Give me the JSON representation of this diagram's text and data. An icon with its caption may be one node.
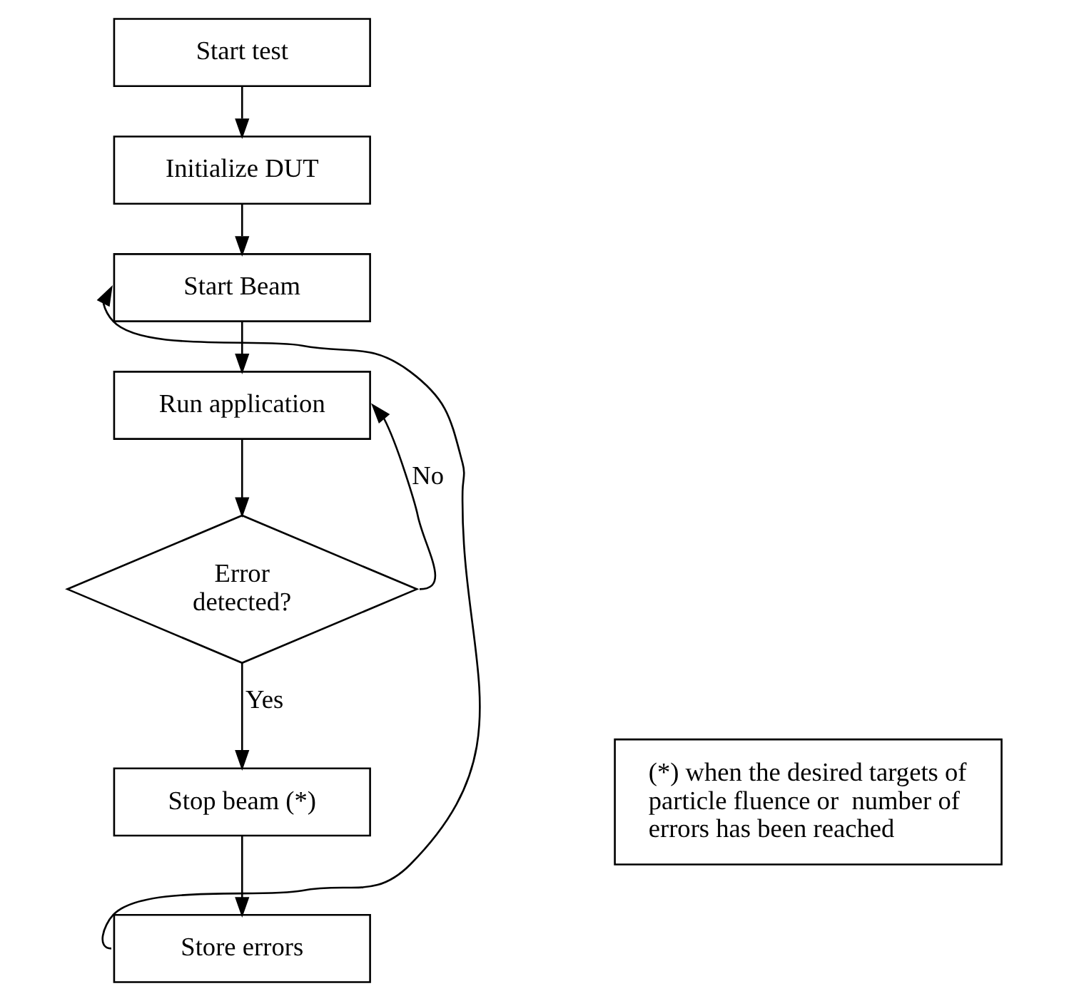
{
  "diagram": {
    "nodes": [
      {
        "text": [
          "Start test"
        ]
      },
      {
        "text": [
          "Initialize DUT"
        ]
      },
      {
        "text": [
          "Start Beam"
        ]
      },
      {
        "text": [
          "Run application"
        ]
      },
      {
        "text": [
          "Error detected?"
        ]
      },
      {
        "text": [
          "Stop beam (*)"
        ]
      },
      {
        "text": [
          "Store errors"
        ]
      },
      {
        "text": [
          "(*) when the desired targets of particle fluence or  number of errors has been reached"
        ]
      }
    ],
    "edges": [
      {
        "from": 0,
        "to": 1,
        "arrow": "to"
      },
      {
        "from": 1,
        "to": 2,
        "arrow": "to"
      },
      {
        "from": 2,
        "to": 3,
        "arrow": "to"
      },
      {
        "from": 3,
        "to": 4,
        "arrow": "to"
      },
      {
        "from": 4,
        "to": 3,
        "arrow": "to",
        "label": "No"
      },
      {
        "from": 4,
        "to": 5,
        "arrow": "to",
        "label": "Yes"
      },
      {
        "from": 5,
        "to": 6,
        "arrow": "to"
      },
      {
        "from": 6,
        "to": 2,
        "arrow": "to"
      }
    ]
  }
}
